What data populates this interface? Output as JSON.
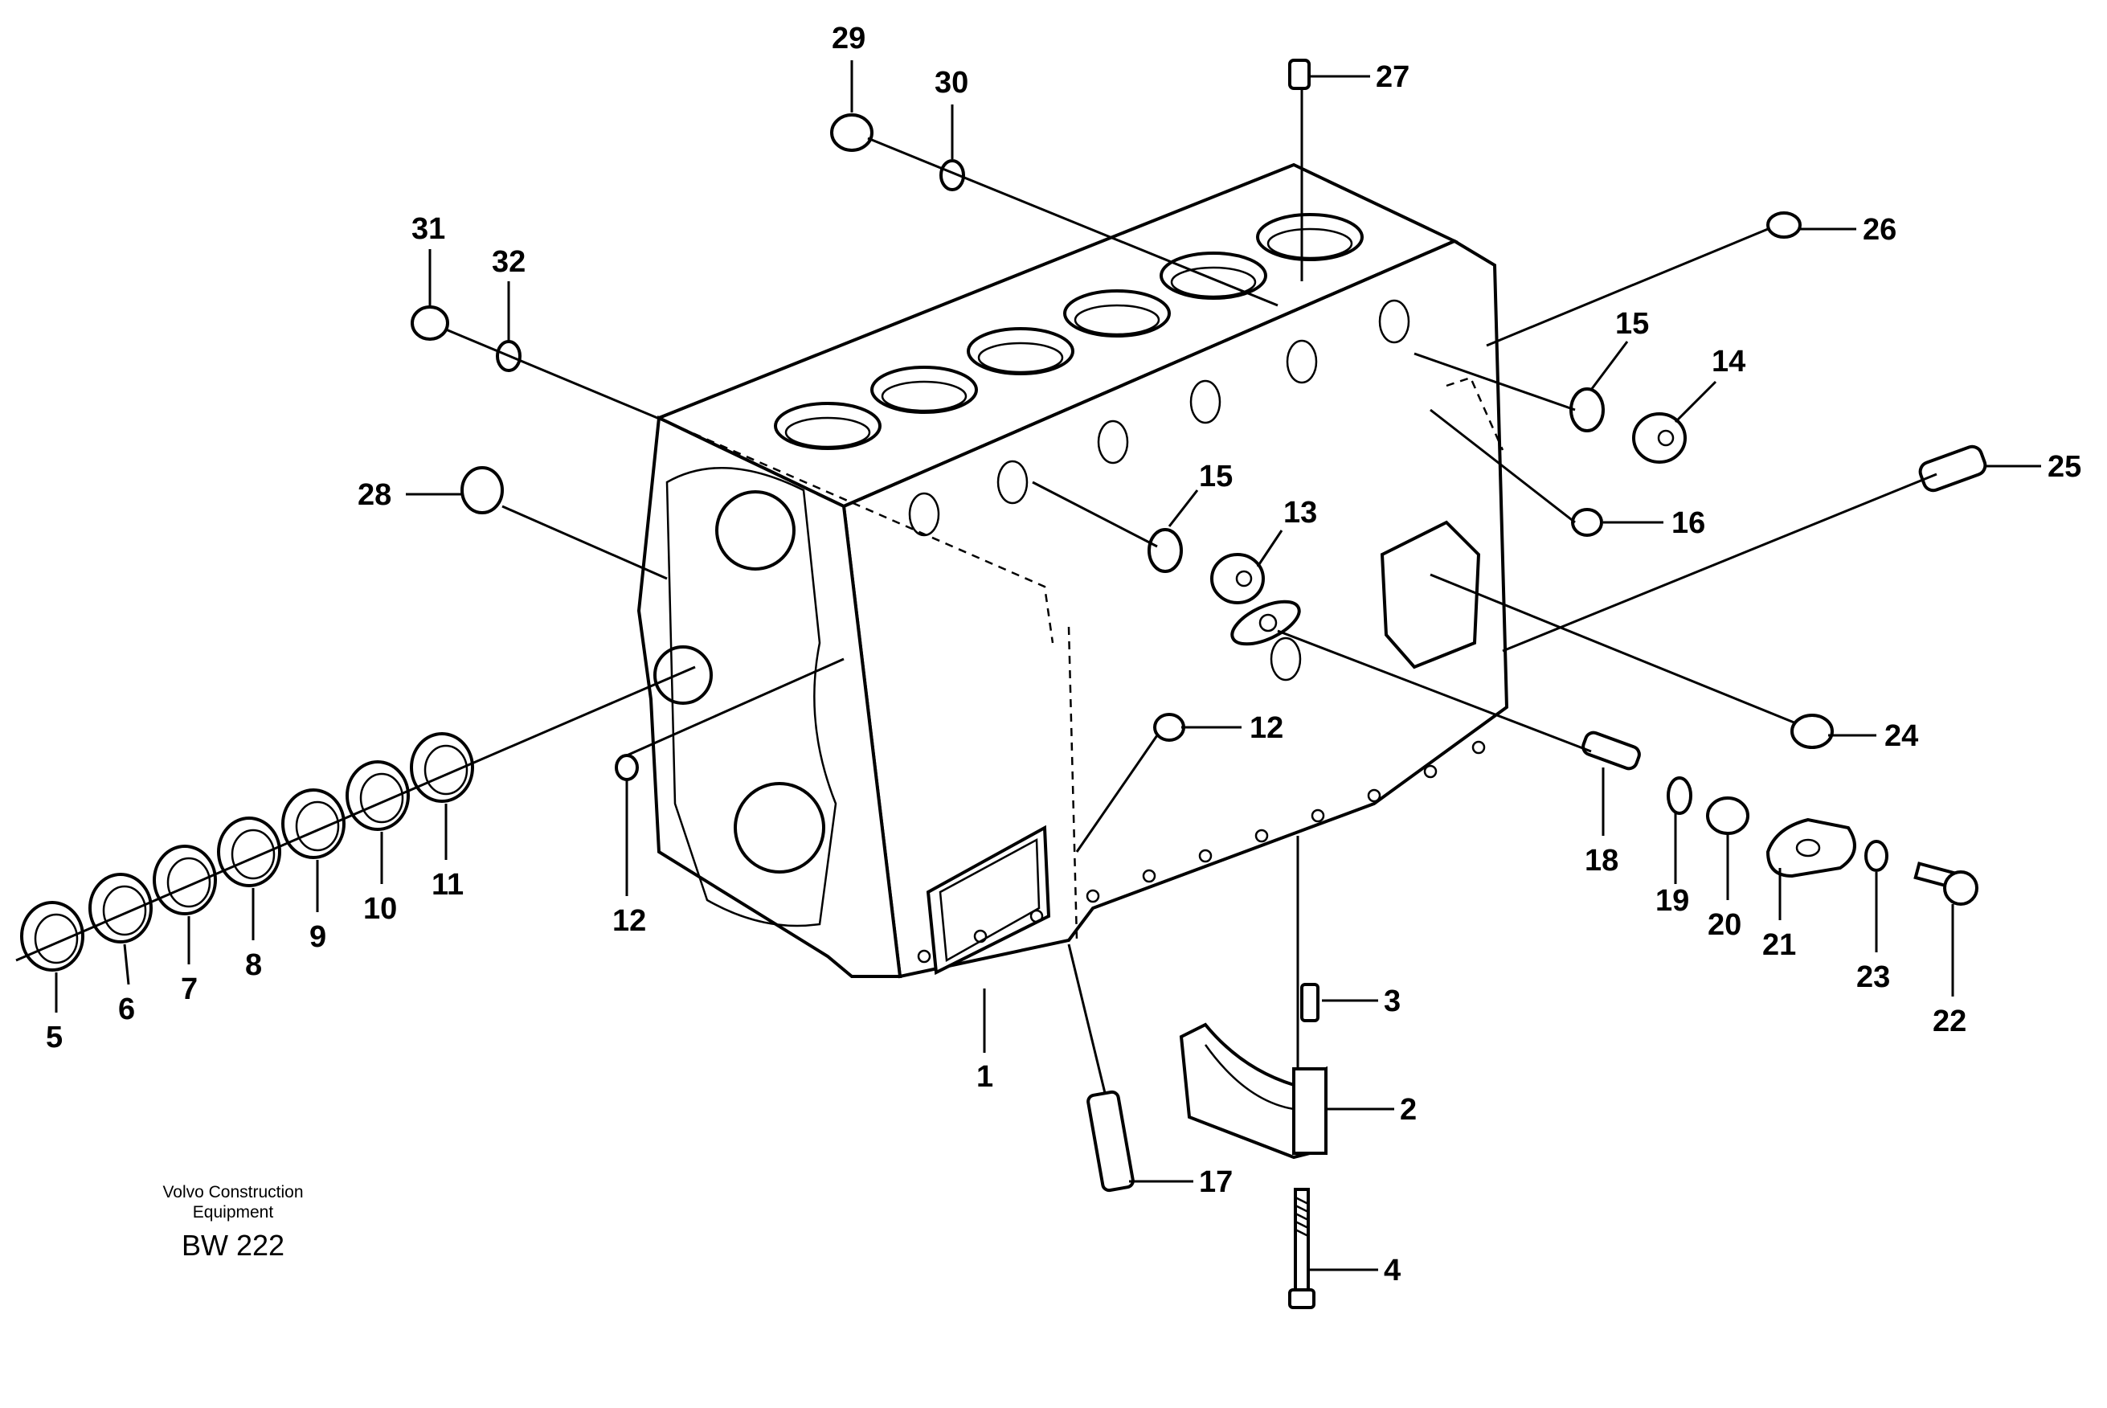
{
  "diagram": {
    "footer": {
      "line1": "Volvo Construction",
      "line2": "Equipment",
      "code": "BW 222"
    },
    "callouts": [
      {
        "id": "c1",
        "text": "1"
      },
      {
        "id": "c2",
        "text": "2"
      },
      {
        "id": "c3",
        "text": "3"
      },
      {
        "id": "c4",
        "text": "4"
      },
      {
        "id": "c5",
        "text": "5"
      },
      {
        "id": "c6",
        "text": "6"
      },
      {
        "id": "c7",
        "text": "7"
      },
      {
        "id": "c8",
        "text": "8"
      },
      {
        "id": "c9",
        "text": "9"
      },
      {
        "id": "c10",
        "text": "10"
      },
      {
        "id": "c11",
        "text": "11"
      },
      {
        "id": "c12a",
        "text": "12"
      },
      {
        "id": "c12b",
        "text": "12"
      },
      {
        "id": "c13",
        "text": "13"
      },
      {
        "id": "c14",
        "text": "14"
      },
      {
        "id": "c15a",
        "text": "15"
      },
      {
        "id": "c15b",
        "text": "15"
      },
      {
        "id": "c16",
        "text": "16"
      },
      {
        "id": "c17",
        "text": "17"
      },
      {
        "id": "c18",
        "text": "18"
      },
      {
        "id": "c19",
        "text": "19"
      },
      {
        "id": "c20",
        "text": "20"
      },
      {
        "id": "c21",
        "text": "21"
      },
      {
        "id": "c22",
        "text": "22"
      },
      {
        "id": "c23",
        "text": "23"
      },
      {
        "id": "c24",
        "text": "24"
      },
      {
        "id": "c25",
        "text": "25"
      },
      {
        "id": "c26",
        "text": "26"
      },
      {
        "id": "c27",
        "text": "27"
      },
      {
        "id": "c28",
        "text": "28"
      },
      {
        "id": "c29",
        "text": "29"
      },
      {
        "id": "c30",
        "text": "30"
      },
      {
        "id": "c31",
        "text": "31"
      },
      {
        "id": "c32",
        "text": "32"
      }
    ]
  }
}
